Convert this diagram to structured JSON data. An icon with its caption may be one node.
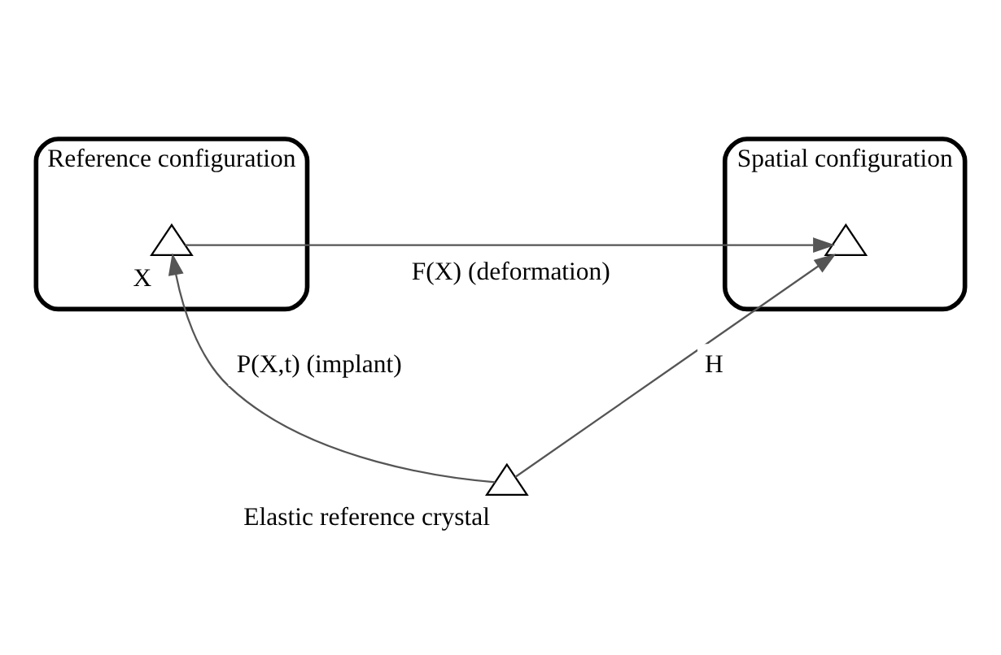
{
  "diagram": {
    "nodes": [
      {
        "text": [
          "Reference configuration"
        ]
      },
      {
        "text": [],
        "shape": "picture",
        "in": 0,
        "beside": [
          "X"
        ]
      },
      {
        "text": [
          "Spatial configuration"
        ]
      },
      {
        "text": [],
        "shape": "picture",
        "in": 2
      },
      {
        "text": [],
        "shape": "picture",
        "beside": [
          "Elastic reference crystal"
        ]
      }
    ],
    "edges": [
      {
        "from": 1,
        "to": 3,
        "arrow": "to",
        "label": "F(X) (deformation)"
      },
      {
        "from": 4,
        "to": 1,
        "arrow": "to",
        "label": "P(X,t) (implant)"
      },
      {
        "from": 4,
        "to": 3,
        "arrow": "to",
        "label": "H"
      }
    ]
  }
}
